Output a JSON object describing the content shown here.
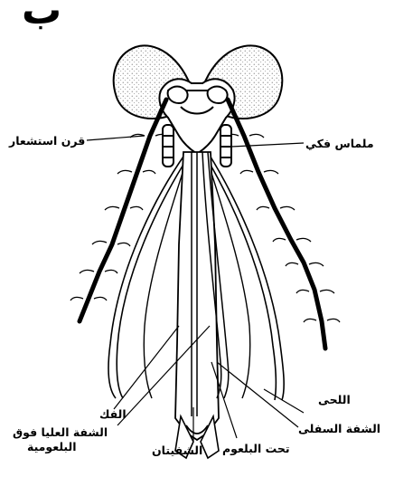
{
  "figure": {
    "panel_letter": "ب",
    "labels": {
      "antenna": "قرن استشعار",
      "maxillary_palp": "ملماس فكي",
      "mandible": "الفك",
      "maxilla": "اللحى",
      "labrum_epipharynx_line1": "الشفة العليا فوق",
      "labrum_epipharynx_line2": "البلعومية",
      "labium": "الشفة السفلى",
      "labella": "الشفيتان",
      "hypopharynx": "تحت البلعوم"
    }
  },
  "colors": {
    "line": "#000000",
    "background": "#ffffff",
    "eye_stipple": "#555555"
  }
}
